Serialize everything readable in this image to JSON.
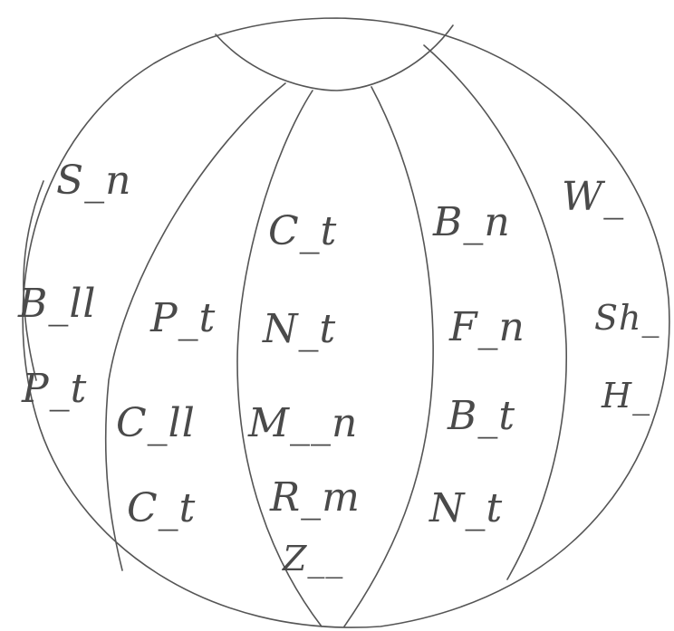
{
  "worksheet": {
    "words": [
      "S_n",
      "C_t",
      "B_n",
      "W_",
      "B_ll",
      "P_t",
      "N_t",
      "F_n",
      "Sh_",
      "P_t",
      "C_ll",
      "M__n",
      "B_t",
      "H_",
      "C_t",
      "R_m",
      "N_t",
      "Z__"
    ]
  },
  "colors": {
    "ink": "#4a4a4a",
    "line": "#555555",
    "paper": "#ffffff"
  }
}
